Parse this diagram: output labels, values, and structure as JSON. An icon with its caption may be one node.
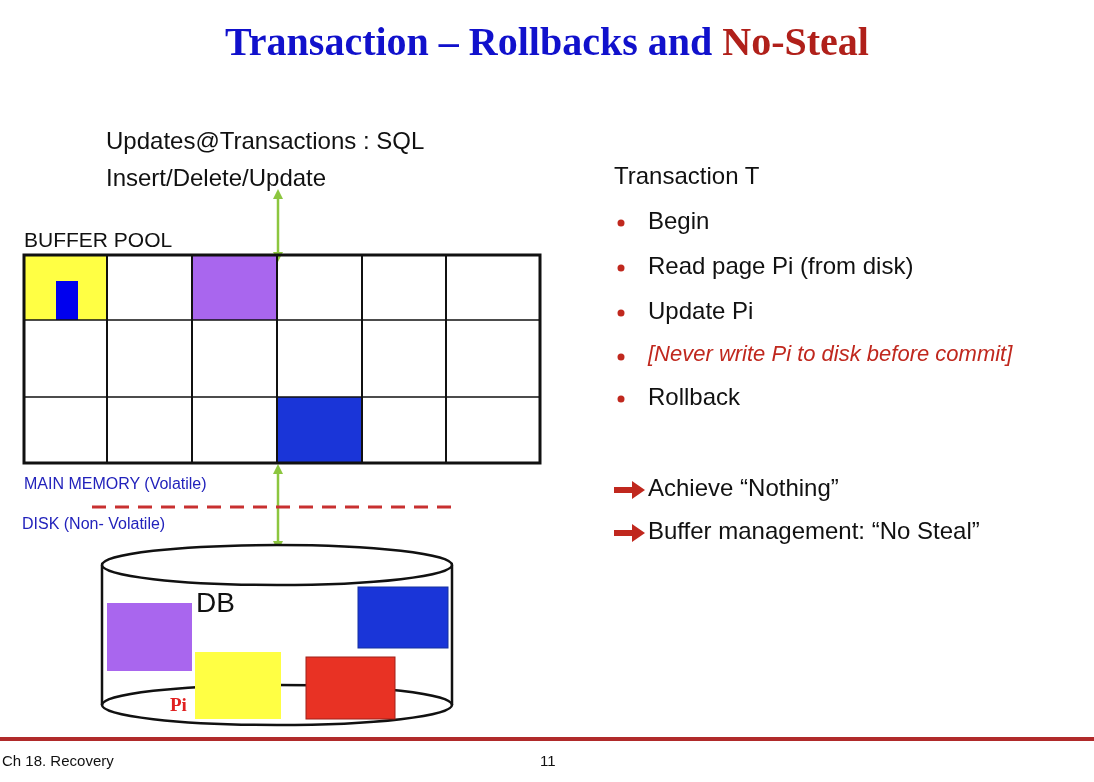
{
  "diagram": {
    "title": "Transaction – Rollbacks and No-Steal",
    "nodes": [
      {
        "text": [
          "Updates@Transactions : SQL Insert/Delete/Update"
        ]
      },
      {
        "text": [
          "BUFFER POOL"
        ]
      },
      {
        "text": [
          "DB"
        ]
      }
    ],
    "edges": [
      {
        "from": 0,
        "to": 1,
        "arrow": "both",
        "color": "#8cc63f"
      },
      {
        "from": 1,
        "to": 2,
        "arrow": "both",
        "color": "#8cc63f"
      }
    ],
    "labels": [
      "MAIN MEMORY (Volatile)",
      "DISK (Non- Volatile)",
      "Pi",
      "Transaction T",
      "Begin",
      "Read page Pi (from disk)",
      "Update Pi",
      "[Never write Pi to disk before commit]",
      "Rollback",
      "Achieve “Nothing”",
      "Buffer management: “No Steal”",
      "Ch 18. Recovery",
      "11"
    ]
  }
}
